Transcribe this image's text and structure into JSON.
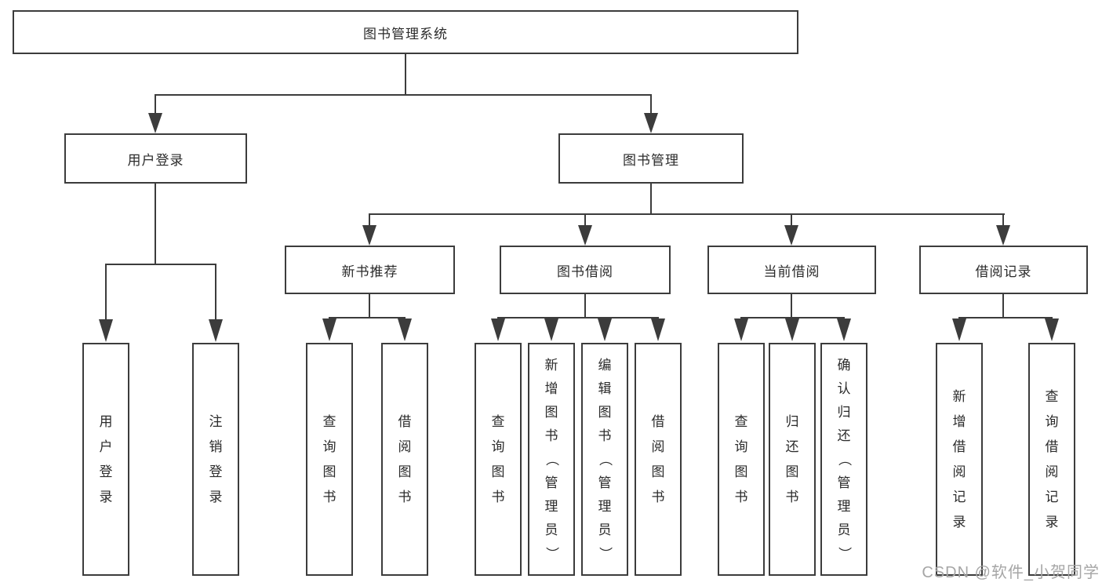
{
  "colors": {
    "background": "#ffffff",
    "line": "#3c3c3c",
    "text": "#2b2b2b",
    "watermark": "#a6a6a6"
  },
  "icons": {
    "arrowhead": "css-triangle-down"
  },
  "watermark": {
    "text": "CSDN @软件_小贺同学"
  },
  "tree": {
    "root": {
      "label": "图书管理系统"
    },
    "branches": [
      {
        "label": "用户登录",
        "children": [
          {
            "label": "用户登录"
          },
          {
            "label": "注销登录"
          }
        ]
      },
      {
        "label": "图书管理",
        "children": [
          {
            "label": "新书推荐",
            "children": [
              {
                "label": "查询图书"
              },
              {
                "label": "借阅图书"
              }
            ]
          },
          {
            "label": "图书借阅",
            "children": [
              {
                "label": "查询图书"
              },
              {
                "label": "新增图书（管理员）"
              },
              {
                "label": "编辑图书（管理员）"
              },
              {
                "label": "借阅图书"
              }
            ]
          },
          {
            "label": "当前借阅",
            "children": [
              {
                "label": "查询图书"
              },
              {
                "label": "归还图书"
              },
              {
                "label": "确认归还（管理员）"
              }
            ]
          },
          {
            "label": "借阅记录",
            "children": [
              {
                "label": "新增借阅记录"
              },
              {
                "label": "查询借阅记录"
              }
            ]
          }
        ]
      }
    ]
  }
}
